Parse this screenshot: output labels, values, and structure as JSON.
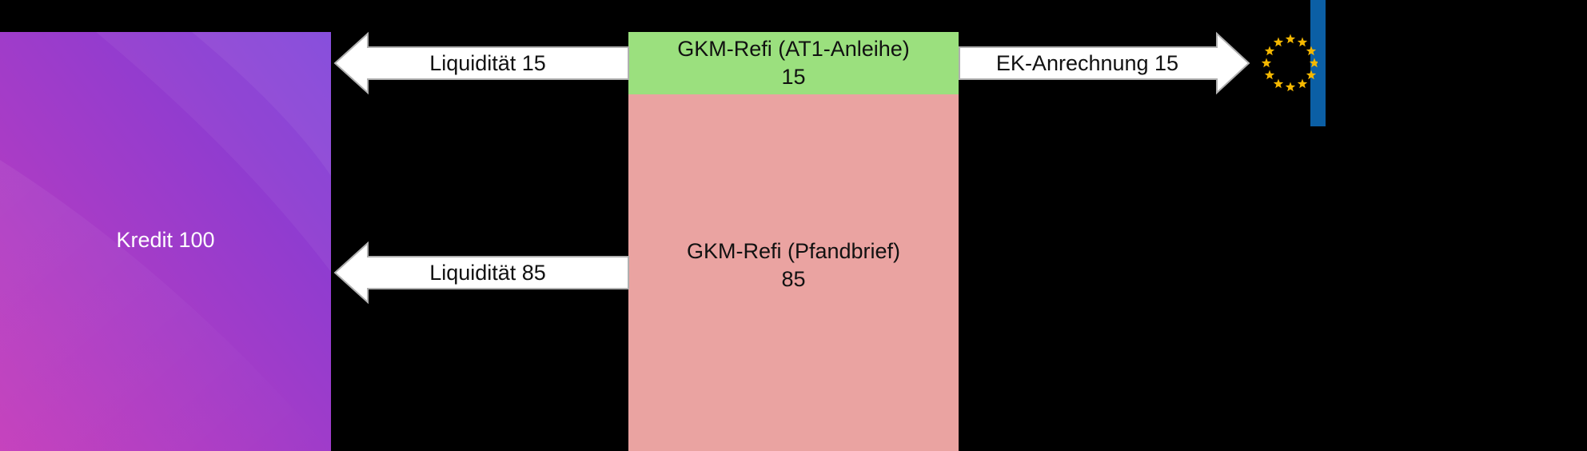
{
  "diagram": {
    "kredit": {
      "label": "Kredit 100"
    },
    "at1_block": {
      "line1": "GKM-Refi (AT1-Anleihe)",
      "line2": "15"
    },
    "pfandbrief_block": {
      "line1": "GKM-Refi (Pfandbrief)",
      "line2": "85"
    },
    "arrows": {
      "liquiditaet_top": "Liquidität 15",
      "liquiditaet_bottom": "Liquidität 85",
      "ek_anrechnung": "EK-Anrechnung 15"
    }
  },
  "colors": {
    "background": "#000000",
    "kredit_gradient_start": "#c43dbb",
    "kredit_gradient_end": "#7a3bd8",
    "at1_fill": "#9be07e",
    "pfandbrief_fill": "#eaa3a1",
    "arrow_fill": "#ffffff",
    "arrow_stroke": "#b0b0b0",
    "eu_blue": "#0b5fa5",
    "eu_star": "#f5b800"
  },
  "icons": {
    "eu": "eu-flag-icon"
  }
}
